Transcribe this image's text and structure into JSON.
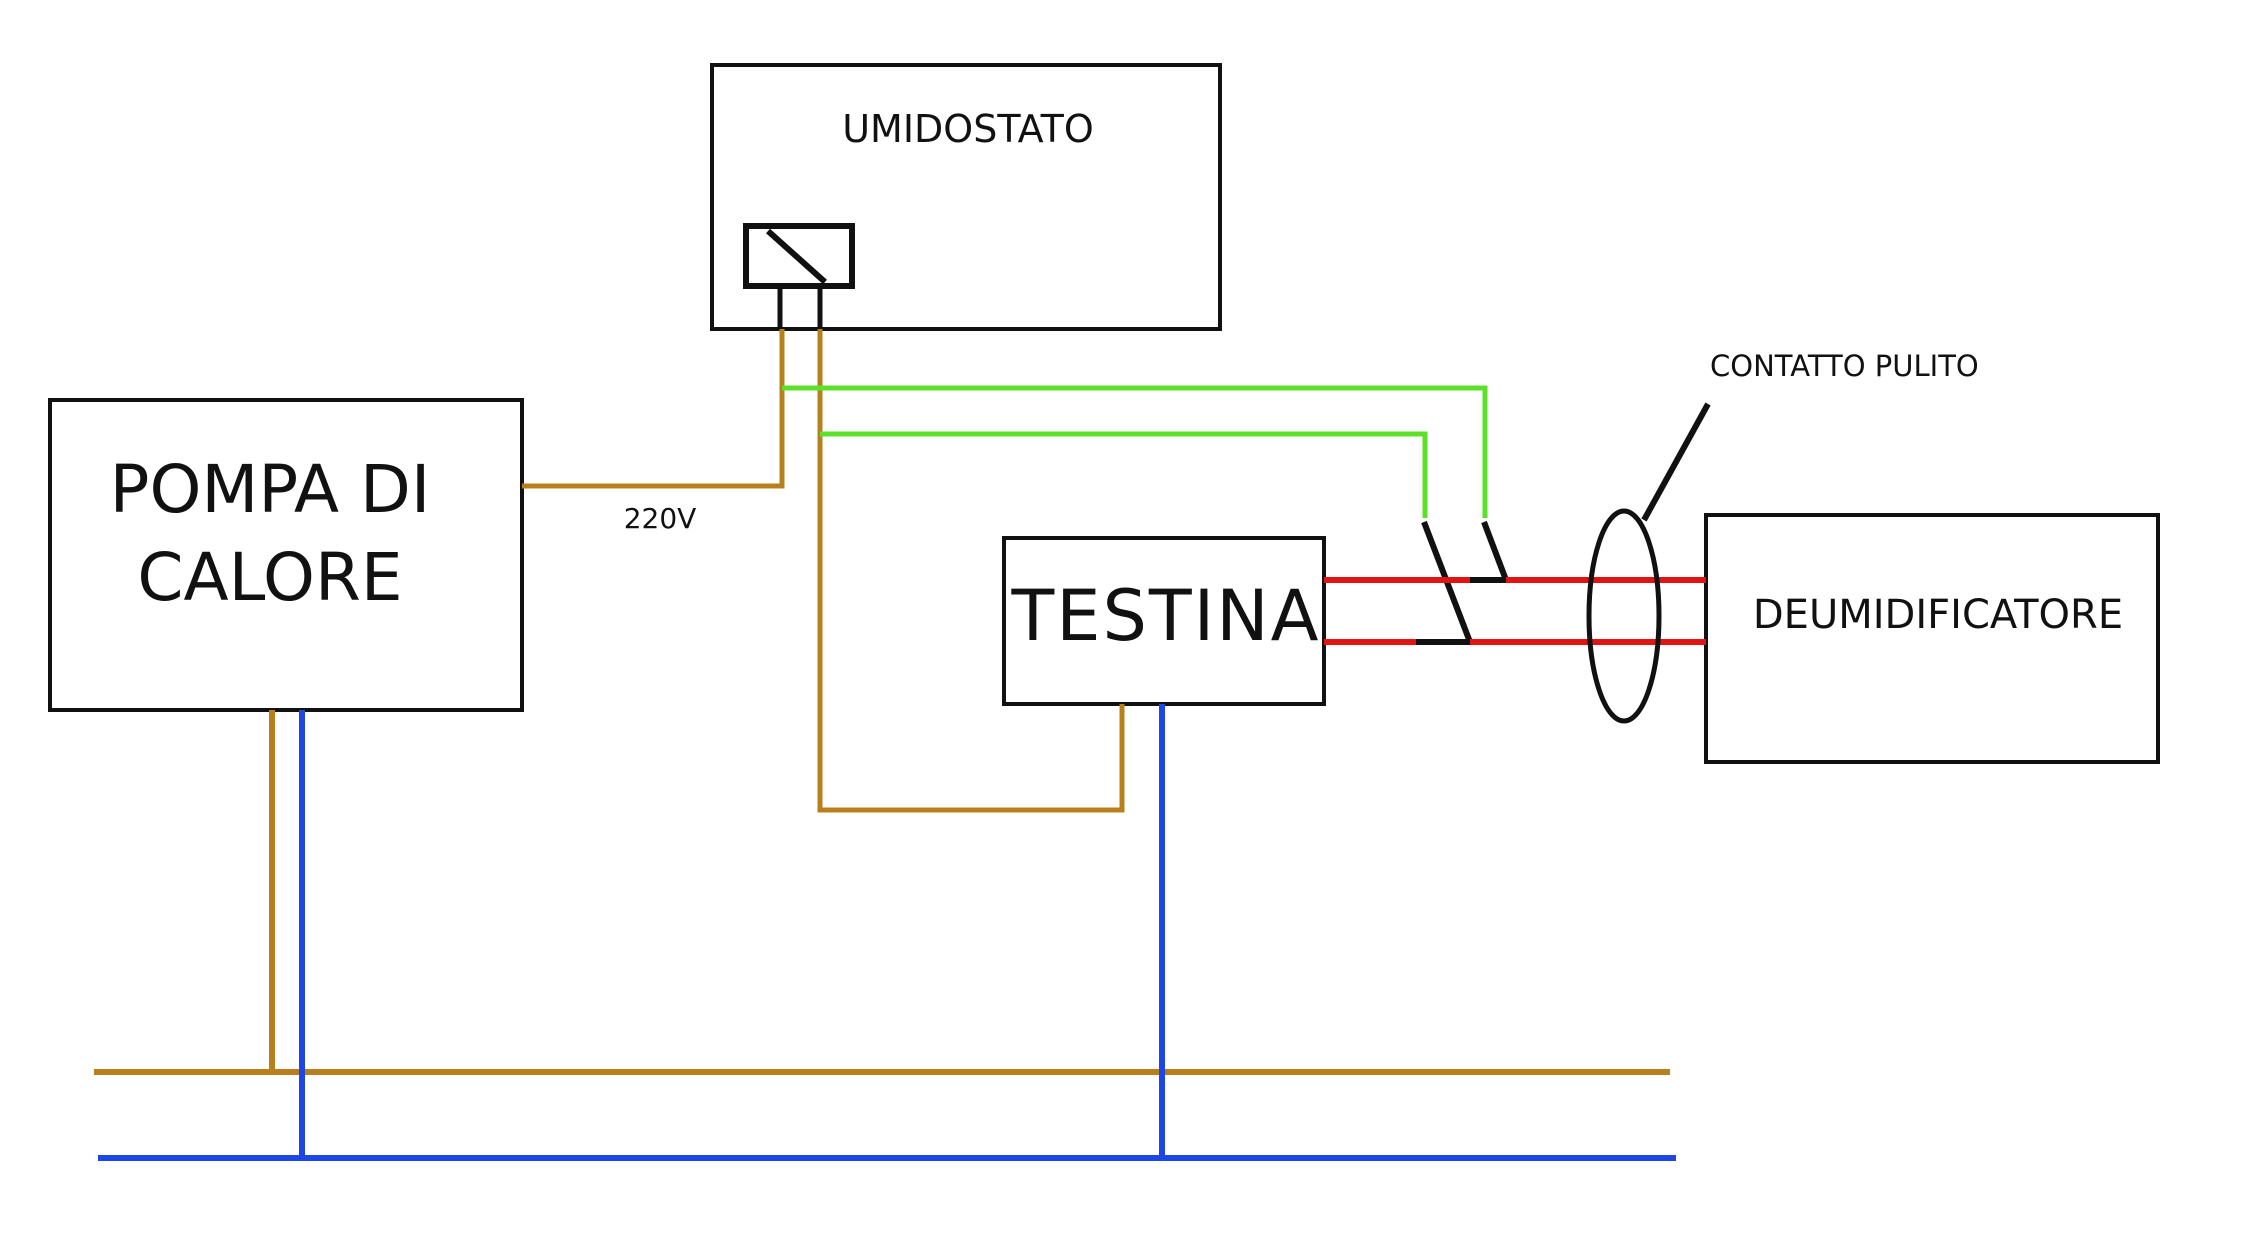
{
  "labels": {
    "umidostato": "UMIDOSTATO",
    "pompa_line1": "POMPA DI",
    "pompa_line2": "CALORE",
    "testina": "TESTINA",
    "deumidificatore": "DEUMIDIFICATORE",
    "contatto_pulito": "CONTATTO PULITO",
    "voltage": "220V"
  },
  "colors": {
    "phase": "#B8801C",
    "neutral": "#1E46E6",
    "signal": "#5CE02A",
    "contact": "#E01414",
    "outline": "#111111"
  }
}
